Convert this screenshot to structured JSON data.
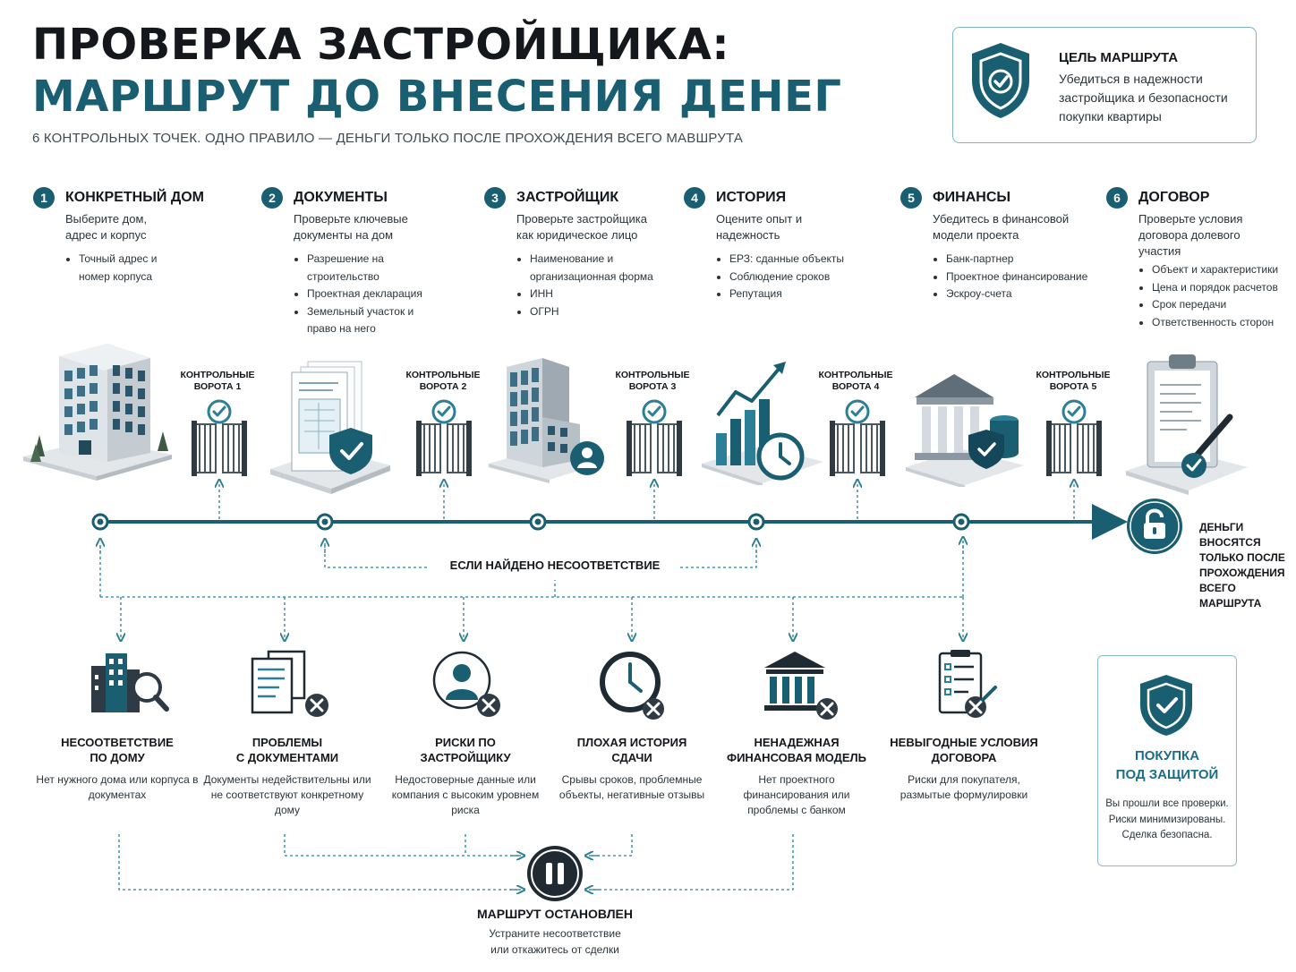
{
  "header": {
    "title_line1": "ПРОВЕРКА ЗАСТРОЙЩИКА:",
    "title_line2": "МАРШРУТ ДО ВНЕСЕНИЯ ДЕНЕГ",
    "subtitle": "6 КОНТРОЛЬНЫХ ТОЧЕК. ОДНО ПРАВИЛО — ДЕНЬГИ ТОЛЬКО ПОСЛЕ ПРОХОЖДЕНИЯ ВСЕГО МАВШРУТА"
  },
  "goal": {
    "title": "ЦЕЛЬ МАРШРУТА",
    "text": "Убедиться в надежности застройщика и безопасности покупки квартиры",
    "icon": "shield-check-icon"
  },
  "steps": [
    {
      "num": "1",
      "title": "КОНКРЕТНЫЙ ДОМ",
      "desc": "Выберите дом, адрес и корпус",
      "items": [
        "Точный адрес и номер корпуса"
      ],
      "illustration": "building-icon"
    },
    {
      "num": "2",
      "title": "ДОКУМЕНТЫ",
      "desc": "Проверьте ключевые документы на дом",
      "items": [
        "Разрешение на строительство",
        "Проектная декларация",
        "Земельный участок и право на него"
      ],
      "illustration": "documents-shield-icon"
    },
    {
      "num": "3",
      "title": "ЗАСТРОЙЩИК",
      "desc": "Проверьте застройщика как юридическое лицо",
      "items": [
        "Наименование и организационная форма",
        "ИНН",
        "ОГРН"
      ],
      "illustration": "company-building-icon"
    },
    {
      "num": "4",
      "title": "ИСТОРИЯ",
      "desc": "Оцените опыт и надежность",
      "items": [
        "ЕРЗ: сданные объекты",
        "Соблюдение сроков",
        "Репутация"
      ],
      "illustration": "growth-chart-clock-icon"
    },
    {
      "num": "5",
      "title": "ФИНАНСЫ",
      "desc": "Убедитесь в финансовой модели проекта",
      "items": [
        "Банк-партнер",
        "Проектное финансирование",
        "Эскроу-счета"
      ],
      "illustration": "bank-shield-icon"
    },
    {
      "num": "6",
      "title": "ДОГОВОР",
      "desc": "Проверьте условия договора долевого участия",
      "items": [
        "Объект и характеристики",
        "Цена и порядок расчетов",
        "Срок передачи",
        "Ответственность сторон"
      ],
      "illustration": "clipboard-contract-icon"
    }
  ],
  "gates": [
    {
      "label1": "КОНТРОЛЬНЫЕ",
      "label2": "ВОРОТА 1"
    },
    {
      "label1": "КОНТРОЛЬНЫЕ",
      "label2": "ВОРОТА 2"
    },
    {
      "label1": "КОНТРОЛЬНЫЕ",
      "label2": "ВОРОТА 3"
    },
    {
      "label1": "КОНТРОЛЬНЫЕ",
      "label2": "ВОРОТА 4"
    },
    {
      "label1": "КОНТРОЛЬНЫЕ",
      "label2": "ВОРОТА 5"
    }
  ],
  "timeline": {
    "end_text": "ДЕНЬГИ ВНОСЯТСЯ ТОЛЬКО ПОСЛЕ ПРОХОЖДЕНИЯ ВСЕГО МАРШРУТА",
    "end_lines": [
      "ДЕНЬГИ",
      "ВНОСЯТСЯ",
      "ТОЛЬКО ПОСЛЕ",
      "ПРОХОЖДЕНИЯ",
      "ВСЕГО МАРШРУТА"
    ],
    "mismatch_label": "ЕСЛИ НАЙДЕНО НЕСООТВЕТСТВИЕ"
  },
  "risks": [
    {
      "title1": "НЕСООТВЕТСТВИЕ",
      "title2": "ПО ДОМУ",
      "desc": "Нет нужного дома или корпуса в документах",
      "icon": "building-search-icon"
    },
    {
      "title1": "ПРОБЛЕМЫ",
      "title2": "С ДОКУМЕНТАМИ",
      "desc": "Документы недействительны или не соответствуют конкретному дому",
      "icon": "documents-x-icon"
    },
    {
      "title1": "РИСКИ ПО",
      "title2": "ЗАСТРОЙЩИКУ",
      "desc": "Недостоверные данные или компания с высоким уровнем риска",
      "icon": "person-x-icon"
    },
    {
      "title1": "ПЛОХАЯ ИСТОРИЯ",
      "title2": "СДАЧИ",
      "desc": "Срывы сроков, проблемные объекты, негативные отзывы",
      "icon": "clock-x-icon"
    },
    {
      "title1": "НЕНАДЕЖНАЯ",
      "title2": "ФИНАНСОВАЯ МОДЕЛЬ",
      "desc": "Нет проектного финансирования или проблемы с банком",
      "icon": "bank-x-icon"
    },
    {
      "title1": "НЕВЫГОДНЫЕ УСЛОВИЯ",
      "title2": "ДОГОВОРА",
      "desc": "Риски для покупателя, размытые формулировки",
      "icon": "checklist-x-icon"
    }
  ],
  "protected": {
    "title1": "ПОКУПКА",
    "title2": "ПОД ЗАЩИТОЙ",
    "desc1": "Вы прошли все проверки.",
    "desc2": "Риски минимизированы.",
    "desc3": "Сделка безопасна.",
    "icon": "shield-check-outline-icon"
  },
  "stop": {
    "title": "МАРШРУТ ОСТАНОВЛЕН",
    "desc1": "Устраните несоответствие",
    "desc2": "или откажитесь от сделки",
    "icon": "pause-icon"
  },
  "colors": {
    "primary": "#1a5e72",
    "accent": "#2b7f96",
    "dark": "#14181c"
  }
}
